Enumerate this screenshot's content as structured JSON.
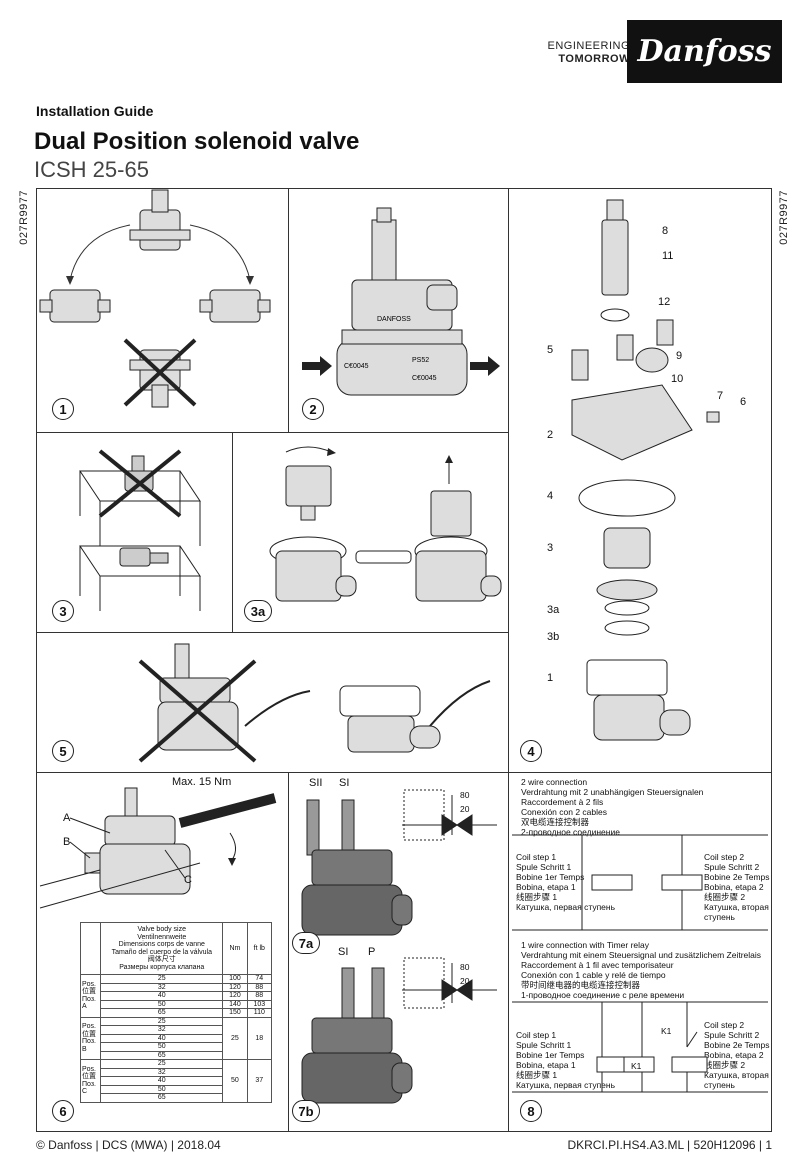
{
  "header": {
    "tagline_line1": "ENGINEERING",
    "tagline_line2": "TOMORROW",
    "logo": "Danfoss",
    "doc_type": "Installation Guide",
    "title": "Dual Position solenoid valve",
    "subtitle": "ICSH 25-65",
    "side_code": "027R9977"
  },
  "panels": {
    "p1": "1",
    "p2": "2",
    "p3": "3",
    "p3a": "3a",
    "p4": "4",
    "p5": "5",
    "p6": "6",
    "p7a": "7a",
    "p7b": "7b",
    "p8": "8"
  },
  "panel2": {
    "ps_label": "PS52",
    "ce_label": "C€0045",
    "brand": "DANFOSS"
  },
  "panel4": {
    "labels": [
      "8",
      "11",
      "12",
      "5",
      "9",
      "10",
      "7",
      "6",
      "2",
      "4",
      "3",
      "3a",
      "3b",
      "1"
    ]
  },
  "panel6": {
    "torque": "Max. 15 Nm",
    "a": "A",
    "b": "B",
    "c": "C",
    "table": {
      "header_lines": [
        "Valve body size",
        "Ventilnennweite",
        "Dimensions corps de vanne",
        "Tamaño del cuerpo de la válvula",
        "阀体尺寸",
        "Размеры корпуса клапана"
      ],
      "col_nm": "Nm",
      "col_ftlb": "ft lb",
      "groups": [
        {
          "pos": [
            "Pos.",
            "位置",
            "Поз.",
            "A"
          ],
          "rows": [
            [
              "25",
              "100",
              "74"
            ],
            [
              "32",
              "120",
              "88"
            ],
            [
              "40",
              "120",
              "88"
            ],
            [
              "50",
              "140",
              "103"
            ],
            [
              "65",
              "150",
              "110"
            ]
          ]
        },
        {
          "pos": [
            "Pos.",
            "位置",
            "Поз.",
            "B"
          ],
          "sizes": [
            "25",
            "32",
            "40",
            "50",
            "65"
          ],
          "nm": "25",
          "ftlb": "18"
        },
        {
          "pos": [
            "Pos.",
            "位置",
            "Поз.",
            "C"
          ],
          "sizes": [
            "25",
            "32",
            "40",
            "50",
            "65"
          ],
          "nm": "50",
          "ftlb": "37"
        }
      ]
    }
  },
  "panel7": {
    "a_labels": {
      "left": "SII",
      "right": "SI"
    },
    "b_labels": {
      "left": "SI",
      "right": "P"
    },
    "dim1": "80",
    "dim2": "20"
  },
  "panel8": {
    "two_wire": [
      "2 wire connection",
      "Verdrahtung mit 2 unabhängigen Steuersignalen",
      "Raccordement à 2 fils",
      "Conexión con 2 cables",
      "双电缆连接控制器",
      "2-проводное соединение"
    ],
    "coil1": [
      "Coil step 1",
      "Spule Schritt 1",
      "Bobine 1er Temps",
      "Bobina, etapa 1",
      "线圈步骤 1",
      "Катушка, первая ступень"
    ],
    "coil2": [
      "Coil step 2",
      "Spule Schritt 2",
      "Bobine 2e Temps",
      "Bobina, etapa 2",
      "线圈步骤 2",
      "Катушка, вторая",
      "ступень"
    ],
    "one_wire": [
      "1 wire connection with Timer relay",
      "Verdrahtung mit einem Steuersignal und zusätzlichem Zeitrelais",
      "Raccordement à 1 fil avec temporisateur",
      "Conexión con 1 cable y relé de tiempo",
      "带时间继电器的电缆连接控制器",
      "1-проводное соединение с реле времени"
    ],
    "k1": "K1"
  },
  "footer": {
    "left": "© Danfoss | DCS (MWA) | 2018.04",
    "right": "DKRCI.PI.HS4.A3.ML | 520H12096 | 1"
  }
}
